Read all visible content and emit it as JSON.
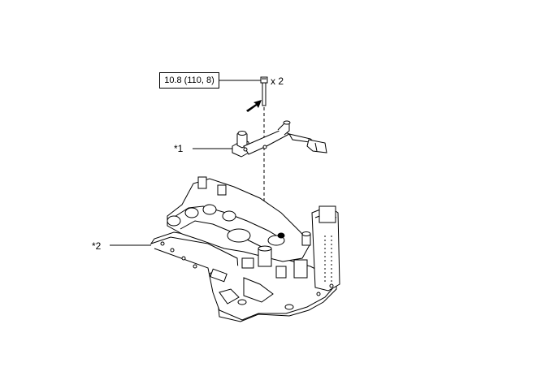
{
  "diagram": {
    "torque_spec": "10.8 (110, 8)",
    "bolt_quantity": "x 2",
    "callout_1": "*1",
    "callout_2": "*2"
  },
  "colors": {
    "line": "#000000",
    "fill": "#ffffff",
    "shade": "#d9d9d9"
  }
}
